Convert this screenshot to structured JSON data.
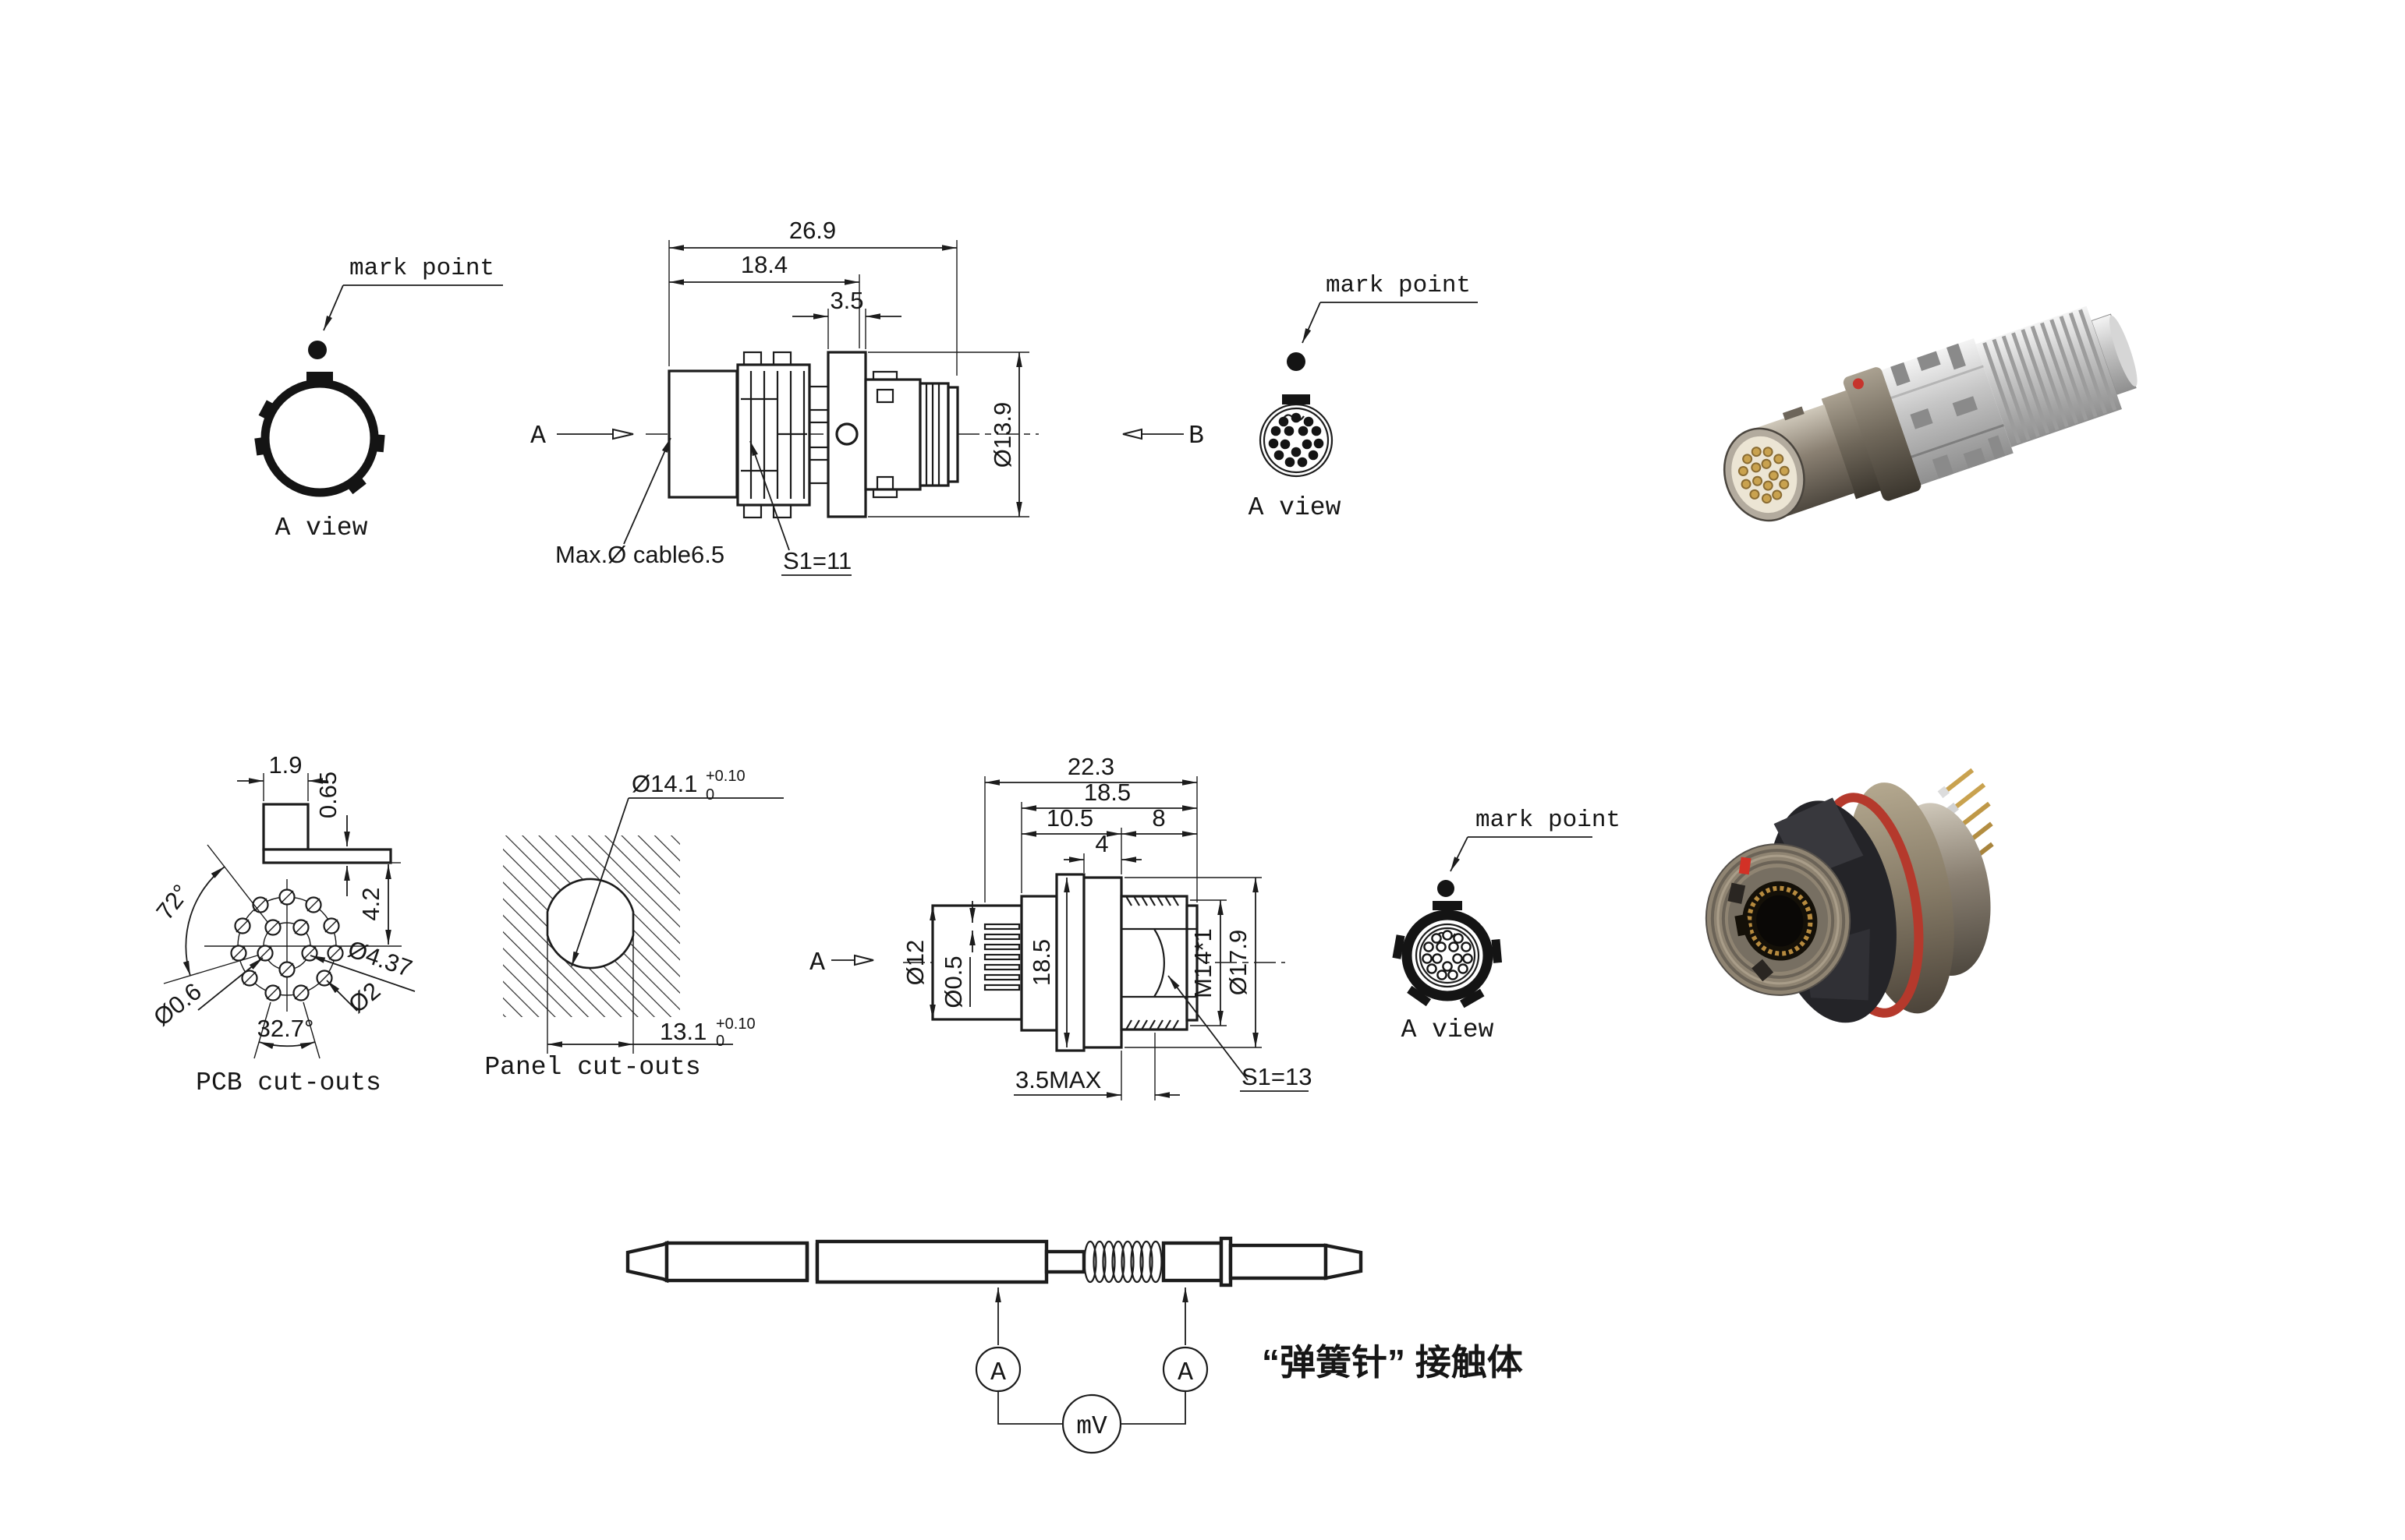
{
  "views": {
    "top_left": {
      "mark_point": "mark point",
      "caption": "A view"
    },
    "top_right": {
      "mark_point": "mark point",
      "caption": "A view"
    },
    "mid_right": {
      "mark_point": "mark point",
      "caption": "A view"
    }
  },
  "plug_drawing": {
    "dim_overall": "26.9",
    "dim_body": "18.4",
    "dim_flange": "3.5",
    "dim_dia": "Ø13.9",
    "cable_note": "Max.Ø cable6.5",
    "wrench": "S1=11",
    "arrow_a": "A",
    "arrow_b": "B"
  },
  "pcb_cutouts": {
    "title": "PCB cut-outs",
    "dim_tab_w": "1.9",
    "dim_tab_t": "0.65",
    "dim_tab_y": "4.2",
    "angle_inner": "72°",
    "angle_outer": "32.7°",
    "dia_circle": "Ø4.37",
    "dia_pin": "Ø0.6",
    "dia_hole": "Ø2"
  },
  "panel_cutouts": {
    "title": "Panel cut-outs",
    "dia": "Ø14.1",
    "dia_tol_plus": "+0.10",
    "dia_tol_minus": "0",
    "width": "13.1",
    "width_tol_plus": "+0.10",
    "width_tol_minus": "0"
  },
  "receptacle_drawing": {
    "dim_overall": "22.3",
    "dim_l2": "18.5",
    "dim_l3": "10.5",
    "dim_l4": "8",
    "dim_l5": "4",
    "dia_rear": "Ø12",
    "dia_pin": "Ø0.5",
    "dim_body": "18.5",
    "thread": "M14*1",
    "dia_front": "Ø17.9",
    "panel_max": "3.5MAX",
    "wrench": "S1=13",
    "arrow_a": "A"
  },
  "test_circuit": {
    "ammeter_left": "A",
    "ammeter_right": "A",
    "voltmeter": "mV",
    "caption": "“弹簧针” 接触体",
    "caption_color": "#2b50e8"
  }
}
